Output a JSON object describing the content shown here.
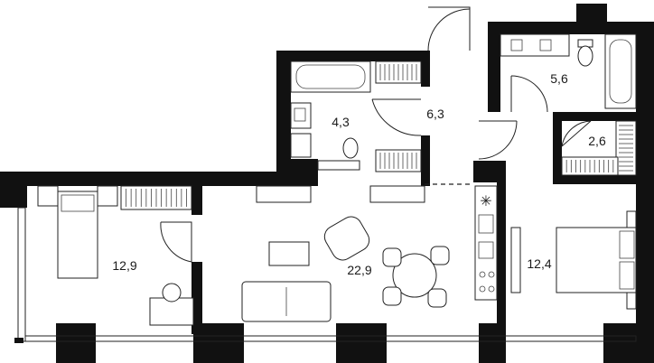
{
  "rooms": [
    {
      "id": "bedroom-left",
      "area": "12,9"
    },
    {
      "id": "living",
      "area": "22,9"
    },
    {
      "id": "bath-small",
      "area": "4,3"
    },
    {
      "id": "hall",
      "area": "6,3"
    },
    {
      "id": "bathroom",
      "area": "5,6"
    },
    {
      "id": "wardrobe",
      "area": "2,6"
    },
    {
      "id": "bedroom-right",
      "area": "12,4"
    }
  ],
  "colors": {
    "wall": "#111111",
    "line": "#222222",
    "background": "#ffffff"
  }
}
